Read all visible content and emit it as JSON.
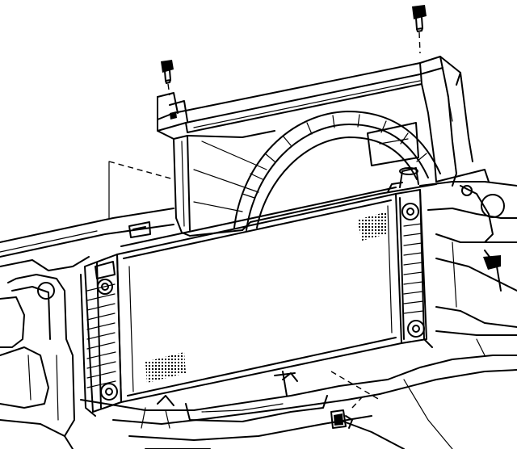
{
  "diagram": {
    "background": "#ffffff",
    "ink": "#000000",
    "parts": [
      "radiator",
      "fan-shroud",
      "bolt",
      "bolt",
      "clip",
      "radiator-support"
    ]
  }
}
